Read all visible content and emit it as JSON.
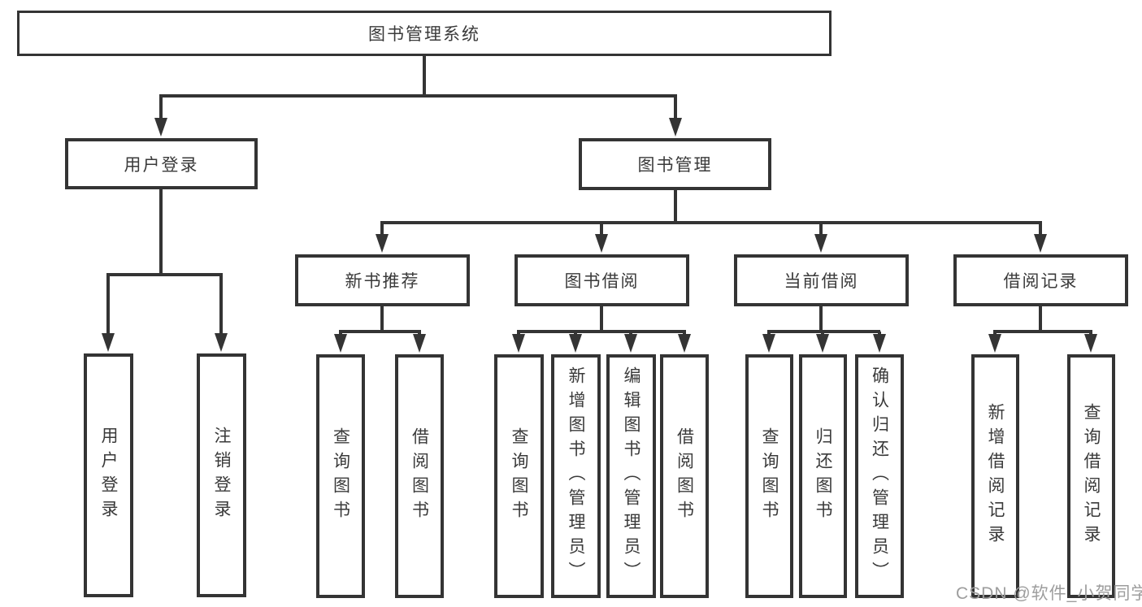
{
  "colors": {
    "line": "#343434",
    "text": "#3a3a3a",
    "background": "#ffffff",
    "watermark": "#9d9d9d"
  },
  "watermark": {
    "text": "CSDN @软件_小贺同学"
  },
  "tree": {
    "root": {
      "label": "图书管理系统"
    },
    "level1": [
      {
        "label": "用户登录",
        "children": [
          {
            "label": "用户登录"
          },
          {
            "label": "注销登录"
          }
        ]
      },
      {
        "label": "图书管理",
        "children": [
          {
            "label": "新书推荐",
            "children": [
              {
                "label": "查询图书"
              },
              {
                "label": "借阅图书"
              }
            ]
          },
          {
            "label": "图书借阅",
            "children": [
              {
                "label": "查询图书"
              },
              {
                "label": "新增图书（管理员）"
              },
              {
                "label": "编辑图书（管理员）"
              },
              {
                "label": "借阅图书"
              }
            ]
          },
          {
            "label": "当前借阅",
            "children": [
              {
                "label": "查询图书"
              },
              {
                "label": "归还图书"
              },
              {
                "label": "确认归还（管理员）"
              }
            ]
          },
          {
            "label": "借阅记录",
            "children": [
              {
                "label": "新增借阅记录"
              },
              {
                "label": "查询借阅记录"
              }
            ]
          }
        ]
      }
    ]
  }
}
